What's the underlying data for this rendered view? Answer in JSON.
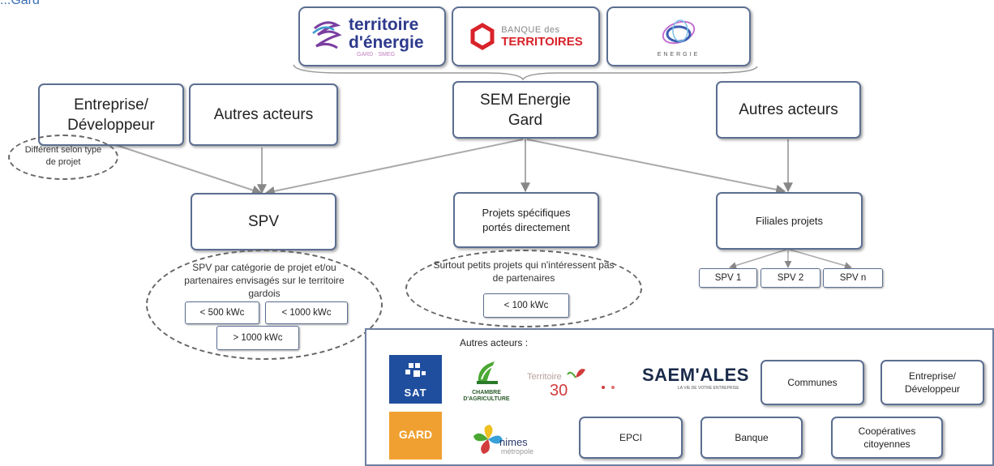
{
  "header_fragment": "...Gard",
  "logos": {
    "territoire": {
      "line1": "territoire",
      "line2": "d'énergie",
      "sub": "GARD · SMEG"
    },
    "banque": {
      "line1": "BANQUE des",
      "line2": "TERRITOIRES"
    },
    "energie": {
      "text": "ENERGIE"
    }
  },
  "nodes": {
    "entreprise_dev": "Entreprise/ Développeur",
    "autres_left": "Autres acteurs",
    "sem": "SEM Energie Gard",
    "autres_right": "Autres acteurs",
    "spv": "SPV",
    "projets": "Projets spécifiques portés directement",
    "filiales": "Filiales projets"
  },
  "notes": {
    "different": "Différent selon type de projet",
    "spv_note": "SPV par catégorie de projet et/ou partenaires envisagés sur le territoire gardois",
    "projets_note": "Surtout petits projets qui n'intéressent pas de partenaires"
  },
  "power": {
    "p500": "< 500 kWc",
    "p1000": "< 1000 kWc",
    "pgt1000": "> 1000 kWc",
    "p100": "< 100 kWc"
  },
  "spv_list": [
    "SPV 1",
    "SPV 2",
    "SPV n"
  ],
  "others_panel": {
    "title": "Autres acteurs :",
    "sat": "SAT",
    "chambre": "CHAMBRE D'AGRICULTURE",
    "territoire30": "Territoire 30",
    "saem": "SAEM'ALES",
    "saem_sub": "LA VIE DE VOTRE ENTREPRISE",
    "gard": "GARD",
    "nimes": "nimes",
    "nimes_sub": "métropole",
    "communes": "Communes",
    "entreprise": "Entreprise/ Développeur",
    "epci": "EPCI",
    "banque": "Banque",
    "cooperatives": "Coopératives citoyennes"
  },
  "colors": {
    "border": "#5b6e91",
    "line": "#888888",
    "banque_red": "#d8232a",
    "territoire_blue": "#2d3a8c",
    "territoire_purple": "#7b3fa0",
    "sat_blue": "#1f4e9e",
    "gard_orange": "#f0a030"
  }
}
